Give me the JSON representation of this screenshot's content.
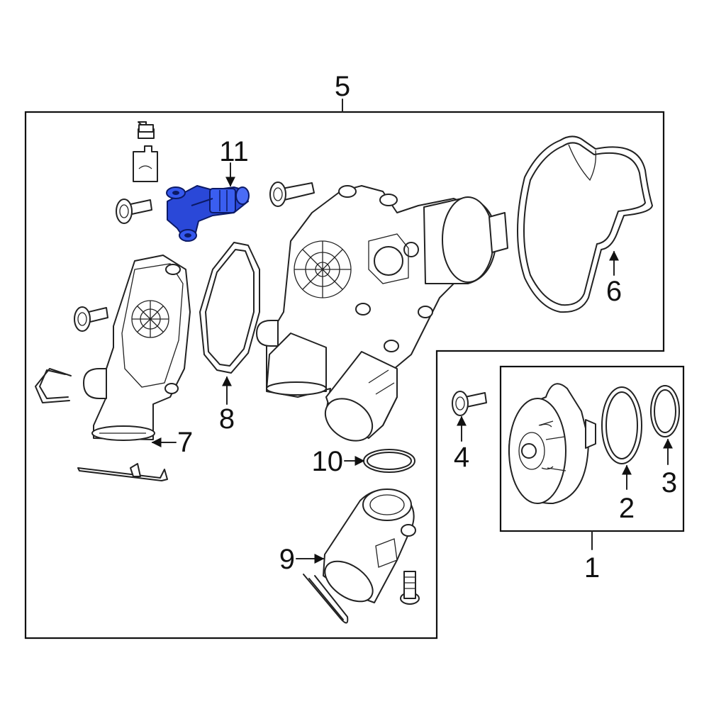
{
  "callouts": {
    "c1": "1",
    "c2": "2",
    "c3": "3",
    "c4": "4",
    "c5": "5",
    "c6": "6",
    "c7": "7",
    "c8": "8",
    "c9": "9",
    "c10": "10",
    "c11": "11"
  },
  "highlight": {
    "part": "11",
    "color": "#2a48d8"
  },
  "icons": [
    "torque-spec-icon"
  ]
}
